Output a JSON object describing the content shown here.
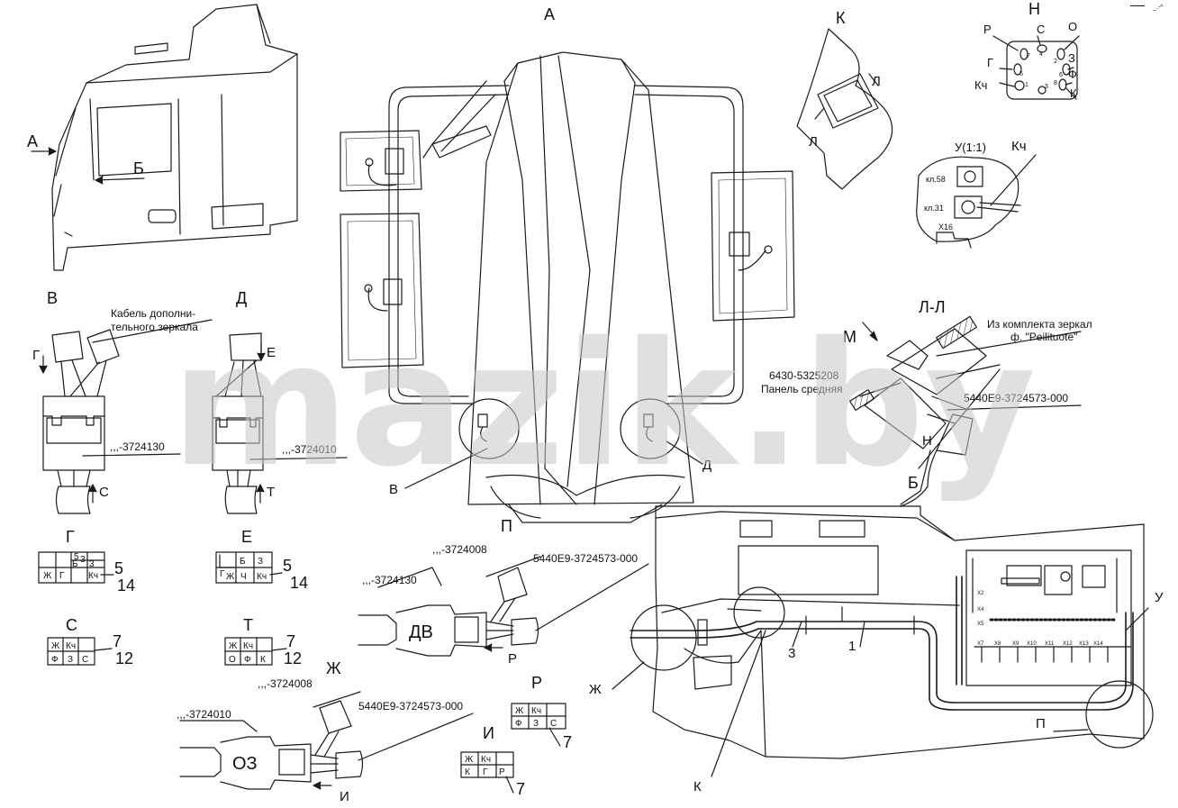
{
  "watermark": "mazik.by",
  "corner_mark": "_.-^",
  "views": {
    "A_cab": "А",
    "A_top": "А",
    "B_cab": "Б",
    "K": "К",
    "H": "Н",
    "V": "В",
    "D": "Д",
    "G": "Г",
    "E": "Е",
    "S": "С",
    "T": "Т",
    "P": "П",
    "Zh": "Ж",
    "R": "Р",
    "I": "И",
    "LL": "Л-Л",
    "M": "М",
    "U11": "У(1:1)",
    "B_dash": "Б"
  },
  "labels": {
    "cable_line1": "Кабель дополни-",
    "cable_line2": "тельного зеркала",
    "part_3724130": ",,,-3724130",
    "part_3724010": ",,,-3724010",
    "part_3724008": ",,,-3724008",
    "part_5440": "5440E9-3724573-000",
    "mirror_kit_line1": "Из комплекта зеркал",
    "mirror_kit_line2": "ф. \"Peilituote\"",
    "panel_num": "6430-5325208",
    "panel_name": "Панель средняя",
    "dv": "ДВ",
    "oz": "ОЗ",
    "kl58": "кл.58",
    "kl31": "кл.31",
    "x16": "Х16",
    "kch": "Кч",
    "l_top": "Л",
    "l_bottom": "Л",
    "in_G": "Г",
    "in_E": "Е",
    "in_S": "С",
    "in_T": "Т",
    "in_V": "В",
    "in_D": "Д",
    "in_H": "Н",
    "in_K": "К",
    "in_Zh": "Ж",
    "in_P": "П",
    "in_U": "У",
    "in_R": "Р",
    "in_I": "И",
    "n3": "3",
    "n1": "1"
  },
  "connector_H": {
    "title": "Н",
    "pins": [
      "Р",
      "С",
      "О",
      "Г",
      "З",
      "Ф",
      "Кч",
      "К"
    ],
    "numbers": [
      "7",
      "4",
      "2",
      "5",
      "6",
      "1",
      "3",
      "8"
    ]
  },
  "tables": {
    "G": {
      "cells": [
        "5",
        "Б",
        "3",
        "3",
        "Ж",
        "Г",
        "Кч"
      ],
      "callouts": [
        "5",
        "14"
      ]
    },
    "E": {
      "cells": [
        "Б",
        "З",
        "Г",
        "Ж",
        "Ч",
        "Кч"
      ],
      "callouts": [
        "5",
        "14"
      ]
    },
    "S": {
      "cells": [
        "Ж",
        "Кч",
        "Ф",
        "З",
        "С"
      ],
      "callouts": [
        "7",
        "12"
      ]
    },
    "T": {
      "cells": [
        "Ж",
        "Кч",
        "О",
        "Ф",
        "К"
      ],
      "callouts": [
        "7",
        "12"
      ]
    },
    "R": {
      "cells": [
        "Ж",
        "Кч",
        "Ф",
        "З",
        "С"
      ],
      "callouts": [
        "7"
      ]
    },
    "I": {
      "cells": [
        "Ж",
        "Кч",
        "К",
        "Г",
        "Р"
      ],
      "callouts": [
        "7"
      ]
    }
  },
  "fuse_board": {
    "connectors": [
      "Х7",
      "Х8",
      "Х9",
      "Х10",
      "Х11",
      "Х12",
      "Х13",
      "Х14",
      "Х4",
      "Х5",
      "Х2"
    ]
  }
}
